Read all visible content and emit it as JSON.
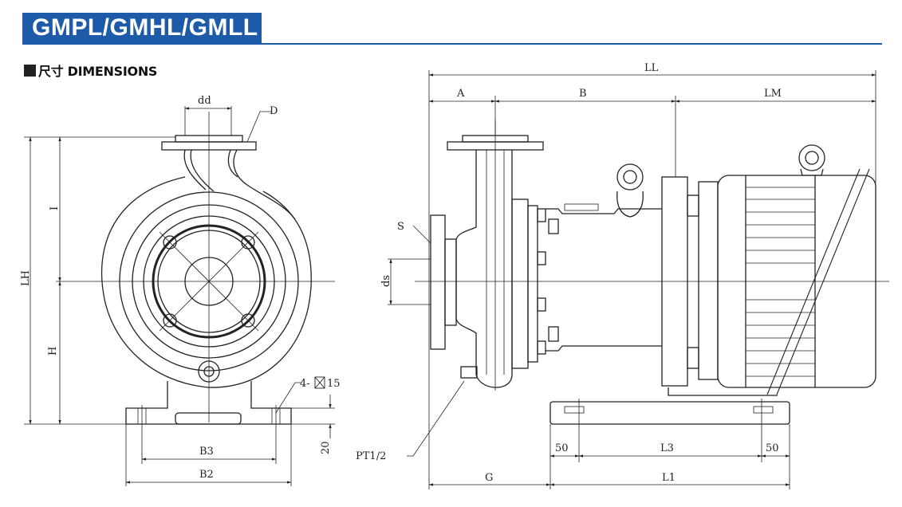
{
  "title": "GMPL/GMHL/GMLL",
  "section_heading": "尺寸 DIMENSIONS",
  "colors": {
    "title_bar": "#1d5aa8",
    "line": "#222222"
  },
  "front_view": {
    "labels": {
      "dd": "dd",
      "D": "D",
      "I": "I",
      "LH": "LH",
      "H": "H",
      "bolt": "4-",
      "bolt_size": "15",
      "height20": "20",
      "B3": "B3",
      "B2": "B2"
    }
  },
  "side_view": {
    "labels": {
      "LL": "LL",
      "A": "A",
      "B": "B",
      "LM": "LM",
      "S": "S",
      "ds": "ds",
      "PT": "PT1/2",
      "G": "G",
      "L1": "L1",
      "L3": "L3",
      "fifty_left": "50",
      "fifty_right": "50"
    }
  }
}
